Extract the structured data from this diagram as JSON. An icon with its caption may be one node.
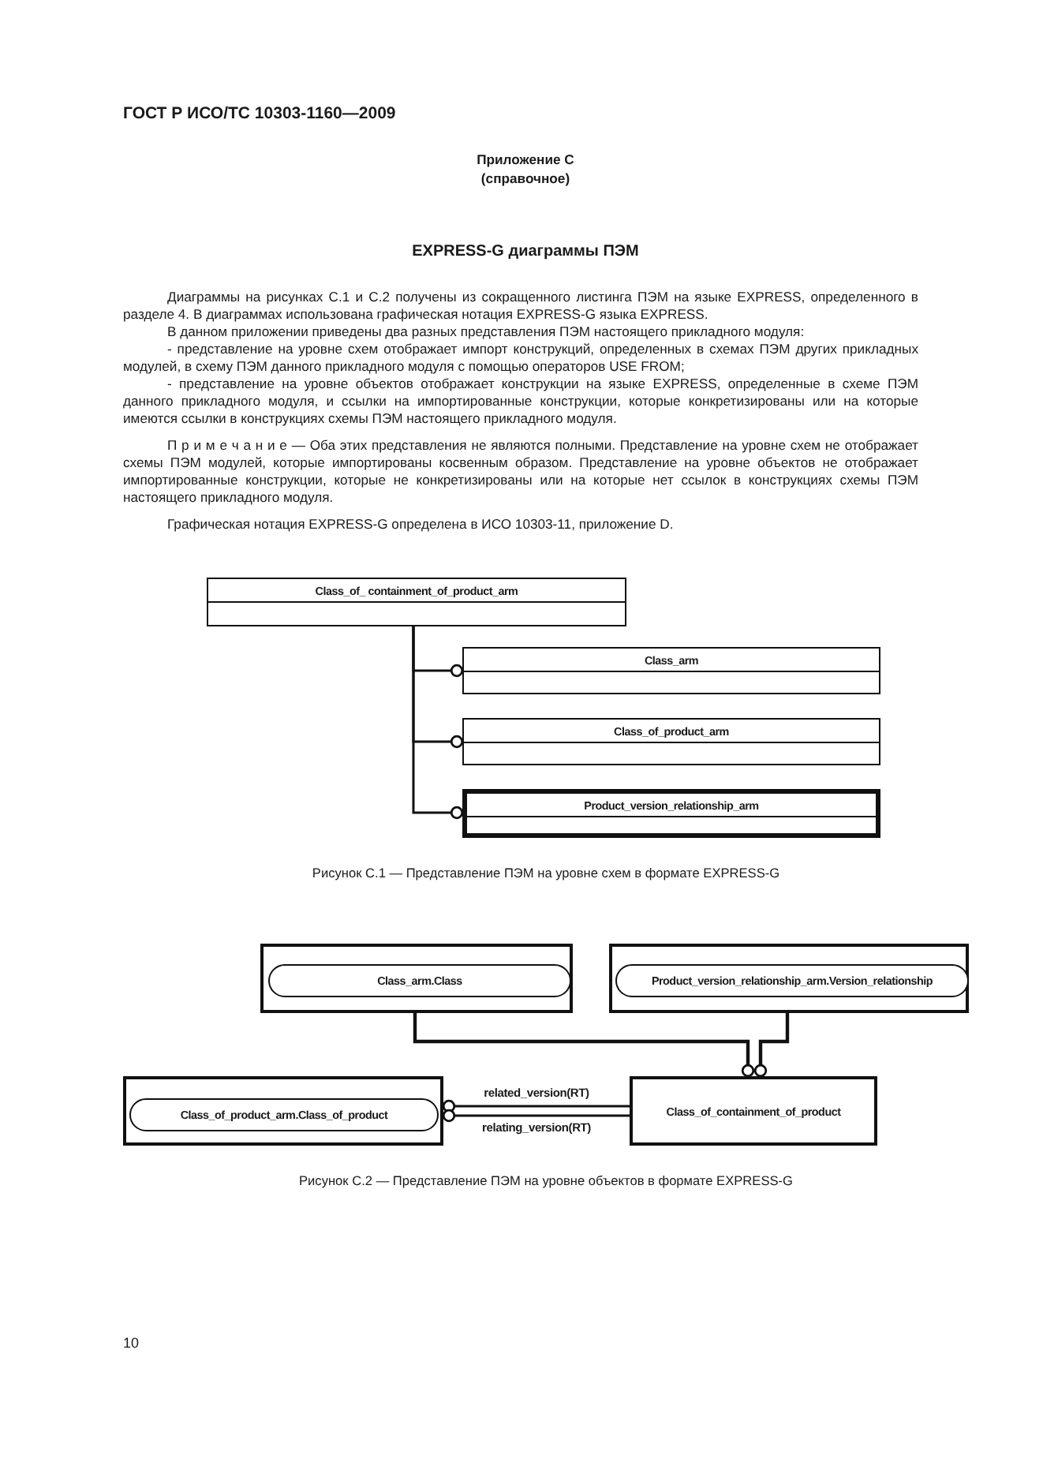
{
  "diagram": {
    "title": "EXPRESS-G диаграммы ПЭМ",
    "nodes": [
      {
        "text": [
          "Class_of_ containment_of_product_arm"
        ]
      },
      {
        "text": [
          "Class_arm"
        ]
      },
      {
        "text": [
          "Class_of_product_arm"
        ]
      },
      {
        "text": [
          "Product_version_relationship_arm"
        ]
      },
      {
        "text": [],
        "shape": "box"
      },
      {
        "text": [
          "Class_arm.Class"
        ],
        "in": 4
      },
      {
        "text": [],
        "shape": "box"
      },
      {
        "text": [
          "Product_version_relationship_arm.Version_relationship"
        ],
        "in": 6
      },
      {
        "text": [],
        "shape": "box"
      },
      {
        "text": [
          "Class_of_product_arm.Class_of_product"
        ],
        "in": 8
      },
      {
        "text": [
          "Class_of_containment_of_product"
        ]
      }
    ],
    "edges": [
      {
        "from": 0,
        "to": 1,
        "arrow": "other"
      },
      {
        "from": 0,
        "to": 2,
        "arrow": "other"
      },
      {
        "from": 0,
        "to": 3,
        "arrow": "other"
      },
      {
        "from": 4,
        "to": 10,
        "arrow": "other"
      },
      {
        "from": 6,
        "to": 10,
        "arrow": "other"
      },
      {
        "from": 10,
        "to": 8,
        "arrow": "other",
        "label": "related_version(RT)"
      },
      {
        "from": 10,
        "to": 8,
        "arrow": "other",
        "label": "relating_version(RT)"
      }
    ],
    "labels": [
      "ГОСТ Р ИСО/ТС 10303-1160—2009",
      "Приложение С",
      "(справочное)",
      "Диаграммы на рисунках С.1 и С.2 получены из сокращенного листинга ПЭМ на языке EXPRESS, определенного в разделе 4. В диаграммах использована графическая нотация EXPRESS-G языка EXPRESS.",
      "В данном приложении приведены два разных представления ПЭМ настоящего прикладного модуля:",
      "- представление на уровне схем отображает импорт конструкций, определенных в схемах ПЭМ других прикладных модулей, в схему ПЭМ данного прикладного модуля с помощью операторов USE FROM;",
      "- представление на уровне объектов отображает конструкции на языке EXPRESS, определенные в схеме ПЭМ данного прикладного модуля, и ссылки на импортированные конструкции, которые конкретизированы или на которые имеются ссылки в конструкциях схемы ПЭМ настоящего прикладного модуля.",
      "П р и м е ч а н и е — Оба этих представления не являются полными. Представление на уровне схем не отображает схемы ПЭМ модулей, которые импортированы косвенным образом. Представление на уровне объектов не отображает импортированные конструкции, которые не конкретизированы или на которые нет ссылок в конструкциях схемы ПЭМ настоящего прикладного модуля.",
      "Графическая нотация EXPRESS-G определена в ИСО 10303-11, приложение D.",
      "Рисунок С.1 — Представление ПЭМ на уровне схем в формате EXPRESS-G",
      "Рисунок С.2 — Представление ПЭМ на уровне объектов в формате EXPRESS-G",
      "10"
    ]
  }
}
